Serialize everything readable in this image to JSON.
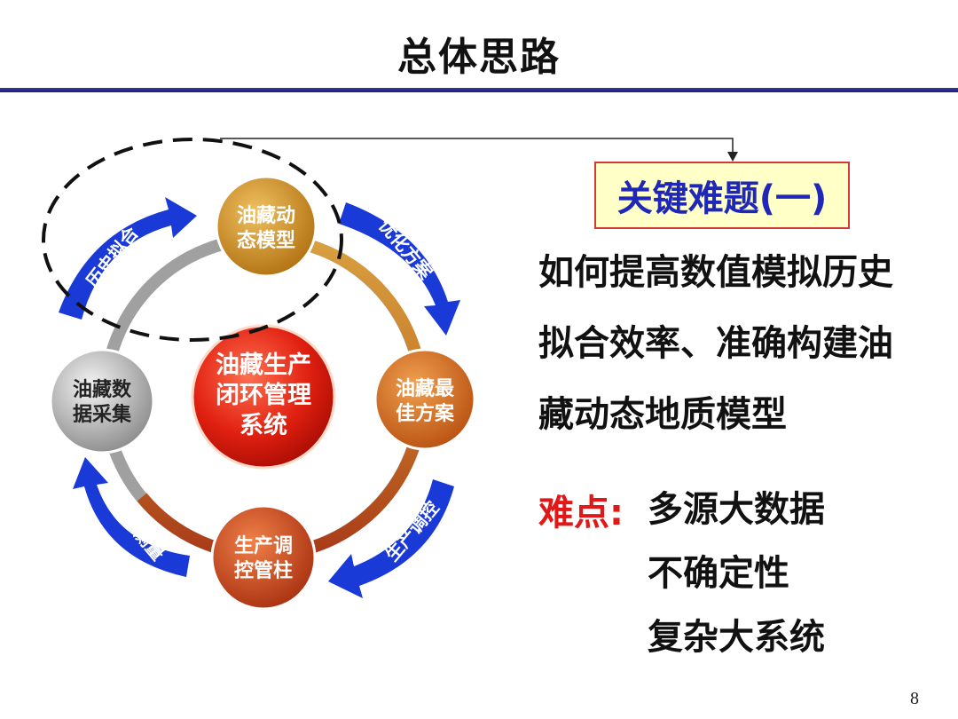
{
  "title": "总体思路",
  "page_number": "8",
  "diagram": {
    "center": [
      "油藏生产",
      "闭环管理",
      "系统"
    ],
    "nodes": [
      {
        "id": "top",
        "lines": [
          "油藏动",
          "态模型"
        ]
      },
      {
        "id": "right",
        "lines": [
          "油藏最",
          "佳方案"
        ]
      },
      {
        "id": "bottom",
        "lines": [
          "生产调",
          "控管柱"
        ]
      },
      {
        "id": "left",
        "lines": [
          "油藏数",
          "据采集"
        ]
      }
    ],
    "arrows": [
      {
        "id": "top-left",
        "label": "历史拟合"
      },
      {
        "id": "top-right",
        "label": "优化方案"
      },
      {
        "id": "bottom-right",
        "label": "生产调控"
      },
      {
        "id": "bottom-left",
        "label": "井下测量"
      }
    ]
  },
  "key_problem": {
    "title": "关键难题(一)",
    "description": [
      "如何提高数值模拟历史",
      "拟合效率、准确构建油",
      "藏动态地质模型"
    ]
  },
  "difficulties": {
    "label": "难点:",
    "items": [
      "多源大数据",
      "不确定性",
      "复杂大系统"
    ]
  },
  "colors": {
    "title_rule": "#2a2a8a",
    "arrow_blue": "#1a3ad8",
    "key_title": "#1f27b8",
    "difficulty_label": "#e01818",
    "center_red": "#e02010",
    "node_orange": "#d4741c",
    "node_gray": "#9a9a9a"
  }
}
